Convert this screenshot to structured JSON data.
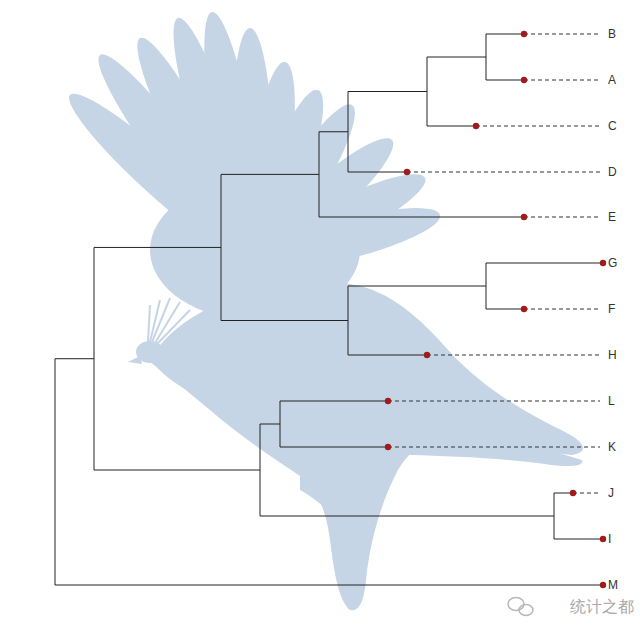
{
  "diagram": {
    "labels": [
      "B",
      "A",
      "C",
      "D",
      "E",
      "G",
      "F",
      "H",
      "L",
      "K",
      "J",
      "I",
      "M",
      "统计之都"
    ]
  }
}
